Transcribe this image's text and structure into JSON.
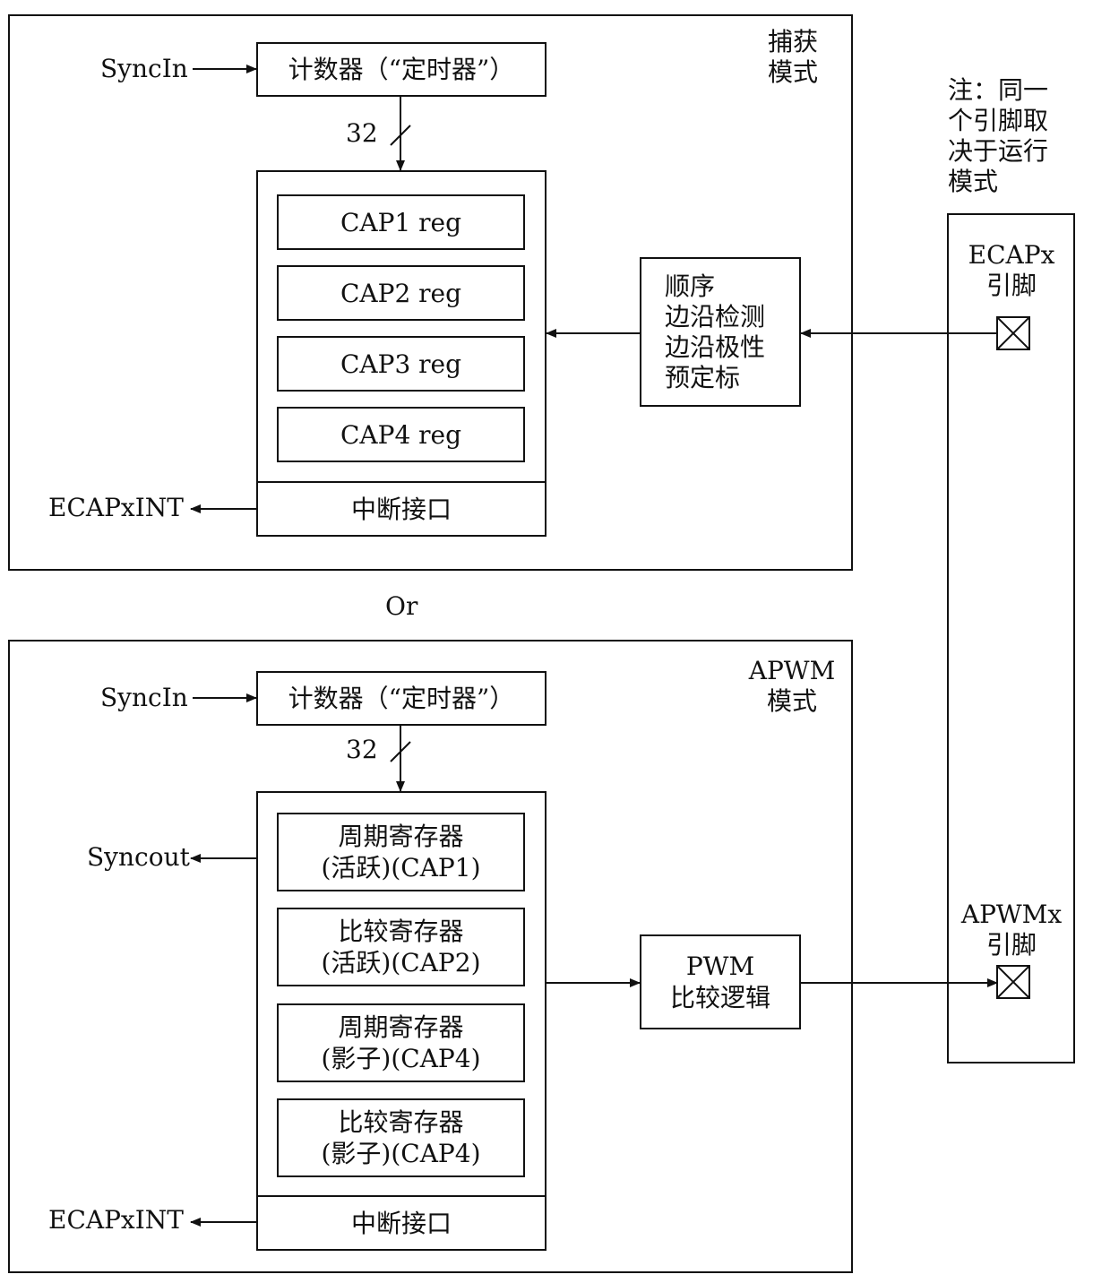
{
  "capture": {
    "mode_label_line1": "捕获",
    "mode_label_line2": "模式",
    "syncin": "SyncIn",
    "counter": "计数器（“定时器”）",
    "bus_width": "32",
    "registers": [
      "CAP1 reg",
      "CAP2 reg",
      "CAP3 reg",
      "CAP4 reg"
    ],
    "interrupt": "中断接口",
    "int_out": "ECAPxINT",
    "edge_block": [
      "顺序",
      "边沿检测",
      "边沿极性",
      "预定标"
    ]
  },
  "or_label": "Or",
  "apwm": {
    "mode_label_line1": "APWM",
    "mode_label_line2": "模式",
    "syncin": "SyncIn",
    "counter": "计数器（“定时器”）",
    "bus_width": "32",
    "syncout": "Syncout",
    "registers": [
      {
        "line1": "周期寄存器",
        "line2": "(活跃)(CAP1)"
      },
      {
        "line1": "比较寄存器",
        "line2": "(活跃)(CAP2)"
      },
      {
        "line1": "周期寄存器",
        "line2": "(影子)(CAP4)"
      },
      {
        "line1": "比较寄存器",
        "line2": "(影子)(CAP4)"
      }
    ],
    "interrupt": "中断接口",
    "int_out": "ECAPxINT",
    "pwm_block": [
      "PWM",
      "比较逻辑"
    ]
  },
  "note": [
    "注：同一",
    "个引脚取",
    "决于运行",
    "模式"
  ],
  "pins": {
    "ecap_line1": "ECAPx",
    "ecap_line2": "引脚",
    "apwm_line1": "APWMx",
    "apwm_line2": "引脚"
  }
}
